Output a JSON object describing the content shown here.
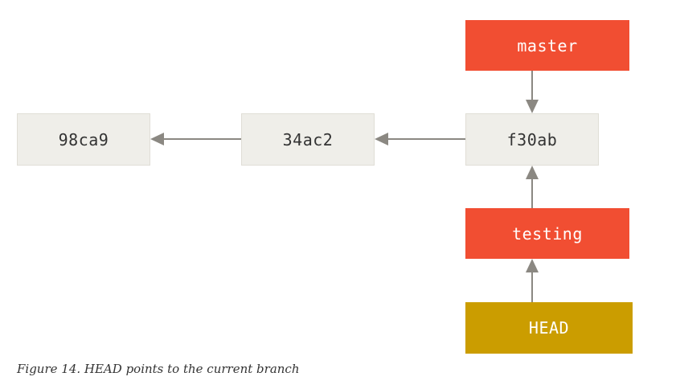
{
  "colors": {
    "commit_bg": "#efeee9",
    "branch_bg": "#f14e32",
    "head_bg": "#cb9d00",
    "arrow": "#8b8882"
  },
  "commits": {
    "c1": "98ca9",
    "c2": "34ac2",
    "c3": "f30ab"
  },
  "branches": {
    "master": "master",
    "testing": "testing"
  },
  "head": "HEAD",
  "caption": "Figure 14. HEAD points to the current branch"
}
